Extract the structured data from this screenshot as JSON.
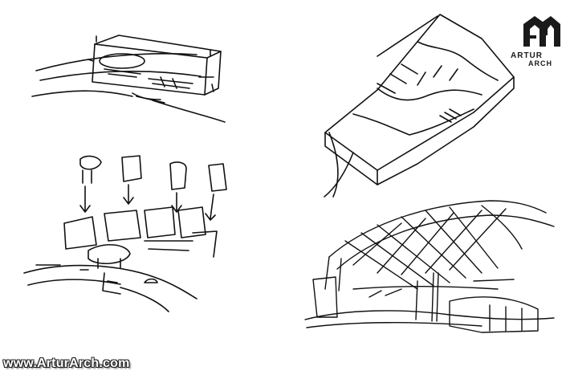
{
  "watermark": {
    "logo_line1": "ARTUR",
    "logo_line2": "ARCH",
    "url": "www.ArturArch.com"
  },
  "sketches": [
    {
      "name": "building-section-sketch"
    },
    {
      "name": "massing-concept-sketch"
    },
    {
      "name": "aerial-model-sketch"
    },
    {
      "name": "canopy-perspective-sketch"
    }
  ]
}
